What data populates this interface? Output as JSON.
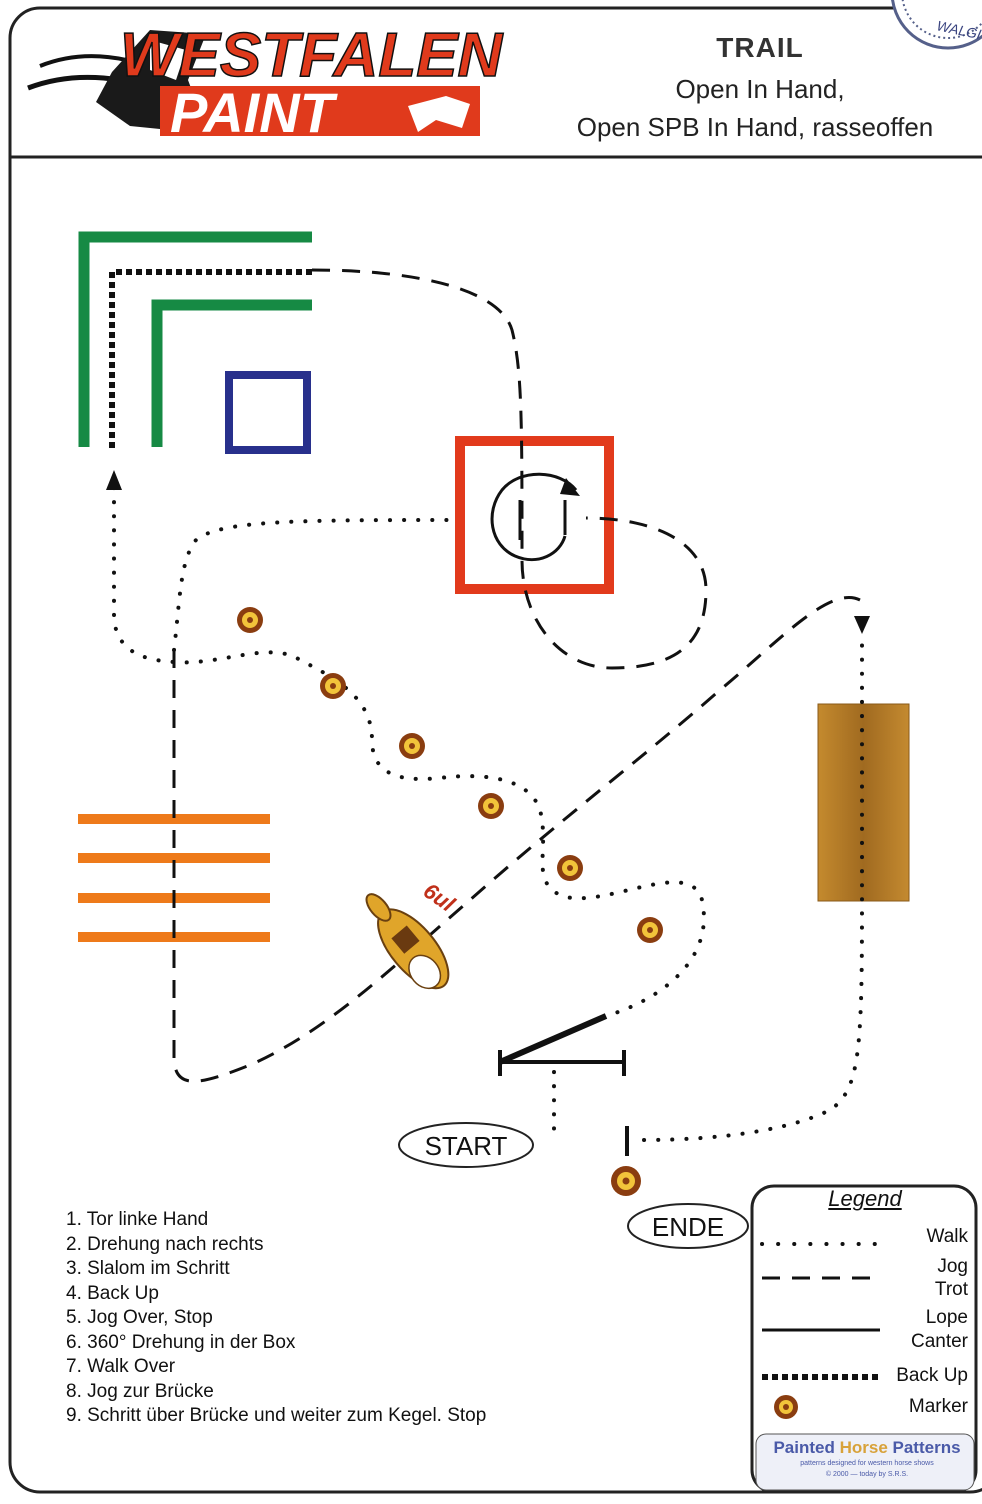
{
  "logo": {
    "line1": "WESTFALEN",
    "line2": "PAINT"
  },
  "seal": {
    "text": "WALGI"
  },
  "header": {
    "title": "TRAIL",
    "subtitle_line1": "Open In Hand,",
    "subtitle_line2": "Open SPB In Hand, rasseoffen"
  },
  "labels": {
    "start": "START",
    "end": "ENDE",
    "horse_number": "6ul"
  },
  "steps": [
    "1. Tor linke Hand",
    "2. Drehung nach rechts",
    "3. Slalom im Schritt",
    "4. Back Up",
    "5. Jog Over, Stop",
    "6. 360° Drehung in der Box",
    "7. Walk Over",
    "8. Jog zur Brücke",
    "9. Schritt über Brücke und weiter zum Kegel. Stop"
  ],
  "legend": {
    "title": "Legend",
    "walk": "Walk",
    "jog_line1": "Jog",
    "jog_line2": "Trot",
    "lope_line1": "Lope",
    "lope_line2": "Canter",
    "backup": "Back Up",
    "marker": "Marker"
  },
  "credit": {
    "part1": "Painted",
    "part2": "Horse",
    "part3": "Patterns",
    "line2": "patterns designed for western horse shows",
    "line3": "© 2000 — today by S.R.S."
  },
  "colors": {
    "logo_red": "#e03a1c",
    "green_poles": "#168a44",
    "blue_box": "#28308c",
    "red_box": "#e23a1c",
    "orange_poles": "#ee7a1a",
    "bridge_brown": "#b07a28",
    "marker_ring": "#8a3d10",
    "marker_center": "#f2c43a"
  }
}
